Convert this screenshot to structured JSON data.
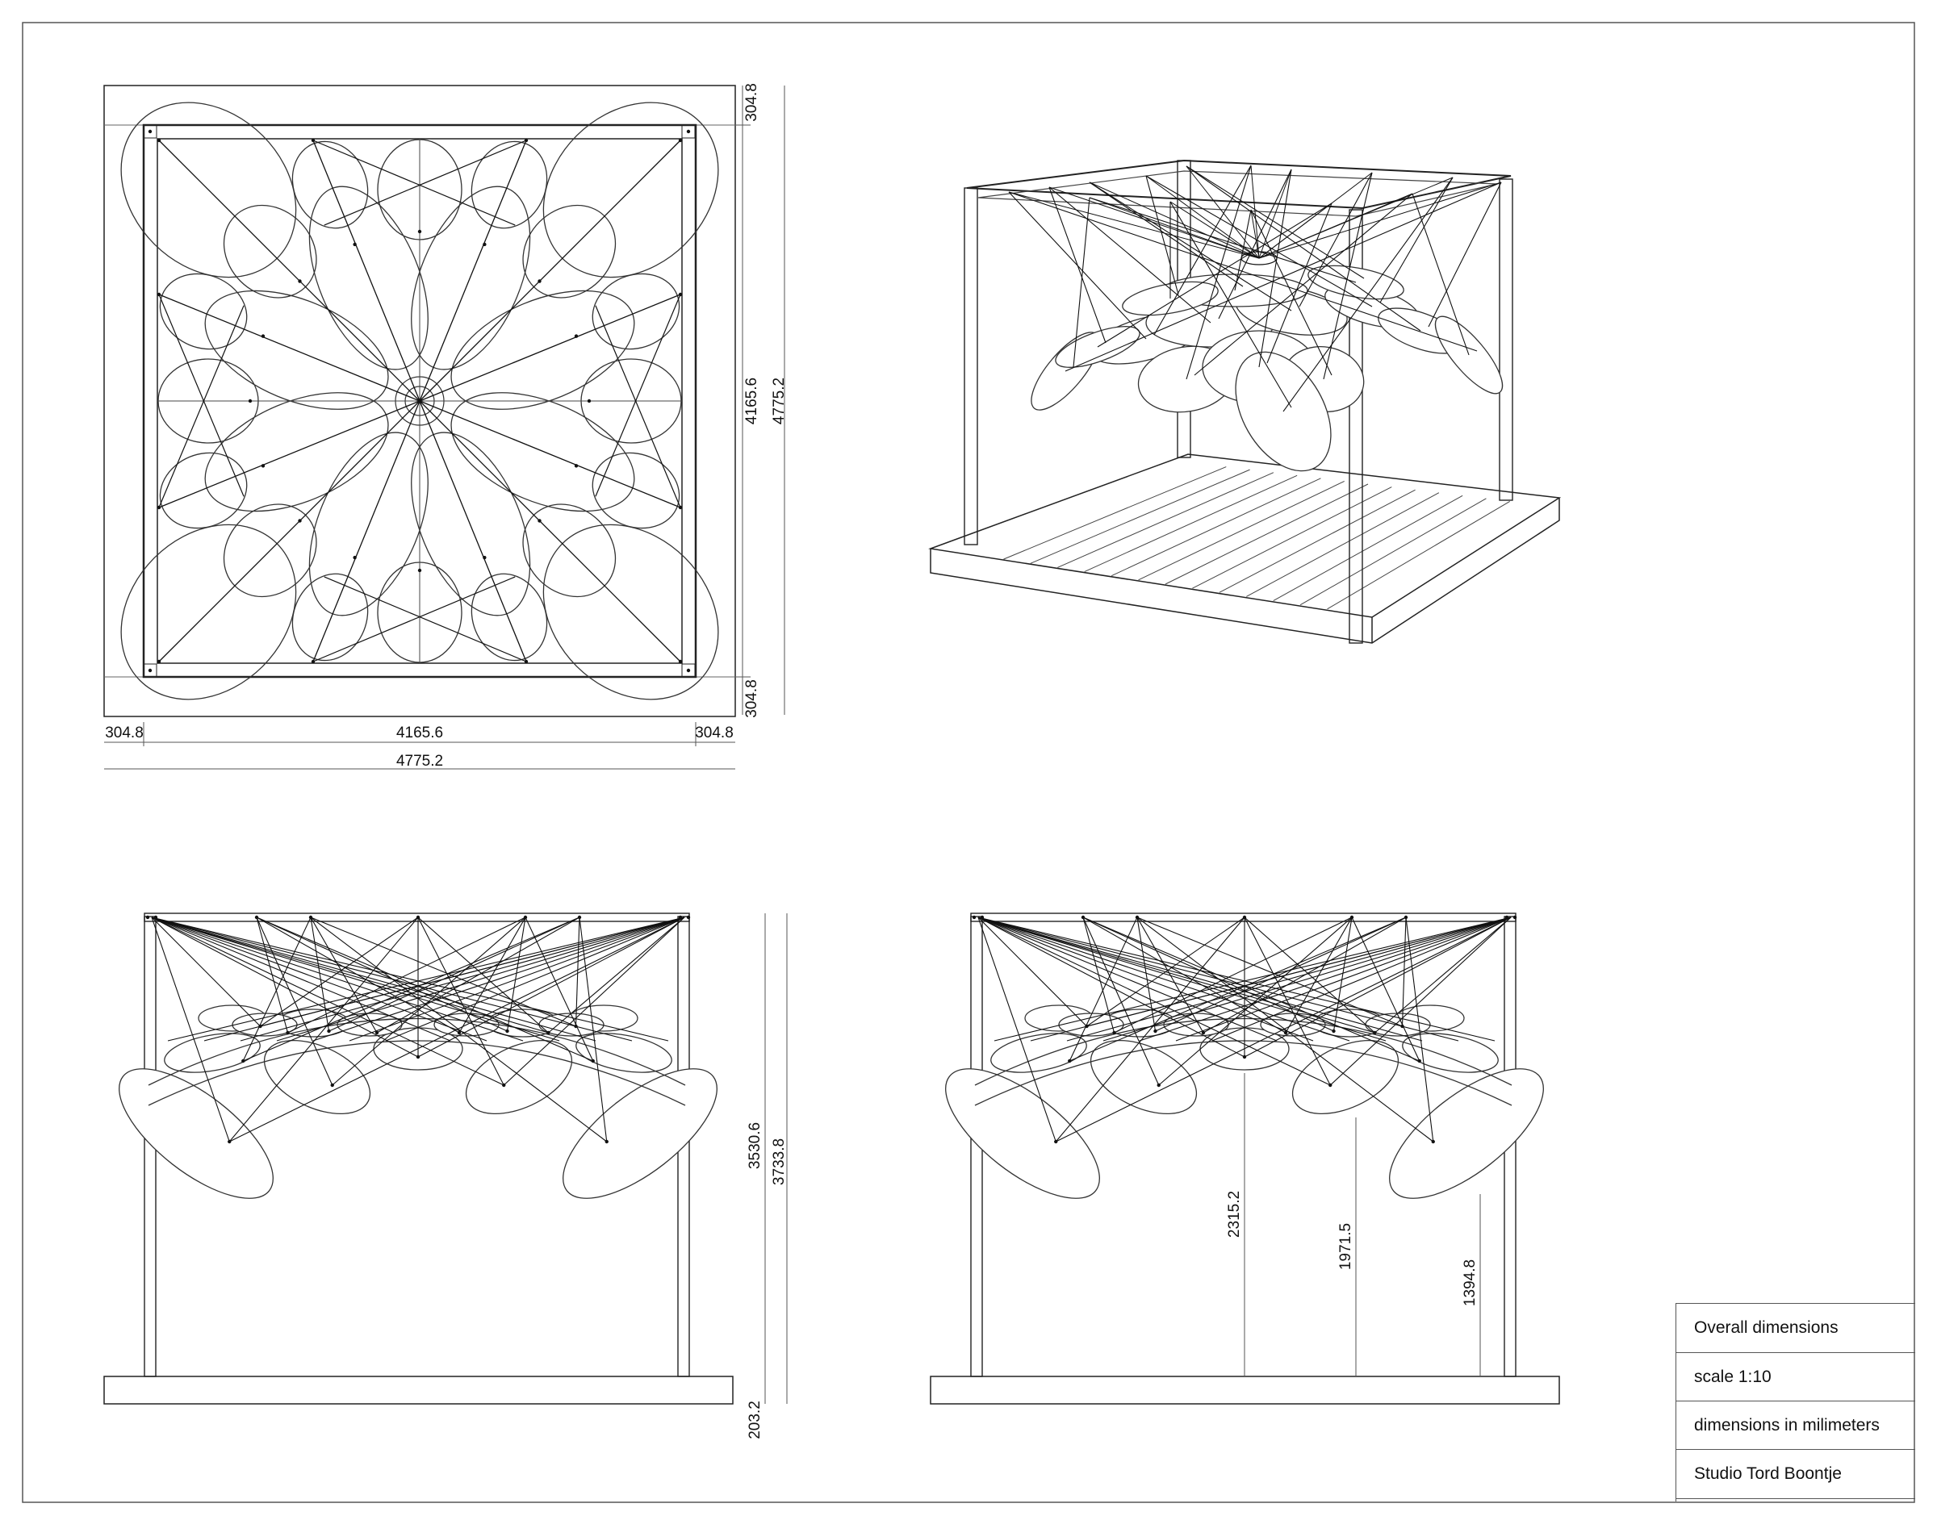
{
  "plan_view": {
    "dims": {
      "top_margin": "304.8",
      "bottom_margin": "304.8",
      "inner_height": "4165.6",
      "outer_height": "4775.2",
      "left_margin": "304.8",
      "inner_width": "4165.6",
      "right_margin": "304.8",
      "outer_width": "4775.2"
    }
  },
  "front_elevation": {
    "dims": {
      "frame_height": "3530.6",
      "total_height": "3733.8",
      "base_height": "203.2"
    }
  },
  "side_elevation": {
    "dims": {
      "clearance_center": "2315.2",
      "clearance_mid": "1971.5",
      "clearance_outer": "1394.8"
    }
  },
  "title_block": {
    "title": "Overall dimensions",
    "scale": "scale 1:10",
    "units": "dimensions in milimeters",
    "author": "Studio Tord Boontje"
  }
}
